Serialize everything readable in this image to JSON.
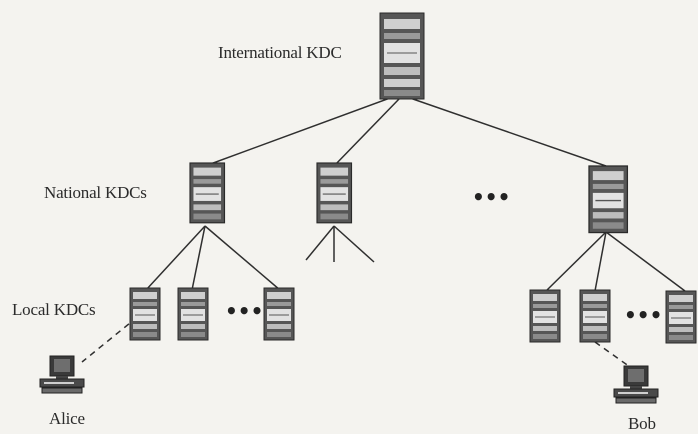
{
  "labels": {
    "international": "International KDC",
    "national": "National KDCs",
    "local": "Local KDCs",
    "alice": "Alice",
    "bob": "Bob"
  },
  "ellipsis": "•••",
  "nodes": {
    "international": "server-icon",
    "national": "server-icon",
    "local": "server-icon",
    "users": "computer-terminal-icon"
  },
  "colors": {
    "background": "#f4f3ef",
    "server_body": "#5a5a5a",
    "server_face": "#dcdcdc",
    "link": "#2f2f2f"
  }
}
